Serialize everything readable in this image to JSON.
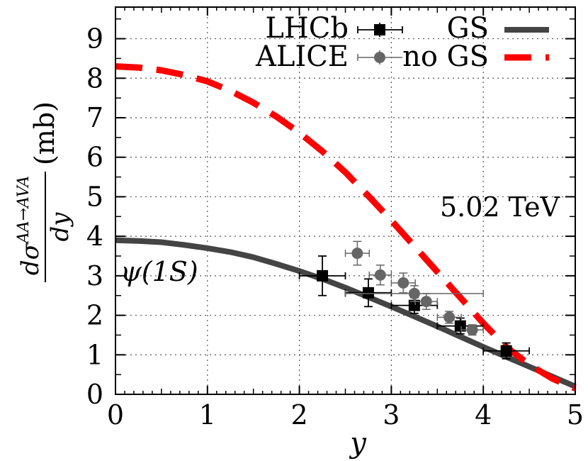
{
  "chart_data": {
    "type": "line",
    "x_label": "y",
    "y_label_math": "dσ^{AA→AVA}/dy",
    "y_label_parts": {
      "numerator_prefix": "dσ",
      "superscript": "AA→AVA",
      "denominator": "dy",
      "unit": "(mb)"
    },
    "xlim": [
      0,
      5
    ],
    "ylim": [
      0,
      9.8
    ],
    "x_ticks": [
      "0",
      "1",
      "2",
      "3",
      "4",
      "5"
    ],
    "y_ticks": [
      "0",
      "1",
      "2",
      "3",
      "4",
      "5",
      "6",
      "7",
      "8",
      "9"
    ],
    "grid": true,
    "legend_position": "top",
    "annotations": {
      "energy": "5.02 TeV",
      "state": "ψ(1S)"
    },
    "series": [
      {
        "name": "GS",
        "kind": "line",
        "style": "solid",
        "color": "#444444",
        "x": [
          0,
          0.25,
          0.5,
          0.75,
          1.0,
          1.25,
          1.5,
          1.75,
          2.0,
          2.25,
          2.5,
          2.75,
          3.0,
          3.25,
          3.5,
          3.75,
          4.0,
          4.25,
          4.5,
          4.75,
          5.0
        ],
        "y": [
          3.9,
          3.88,
          3.85,
          3.78,
          3.7,
          3.6,
          3.47,
          3.3,
          3.12,
          2.92,
          2.7,
          2.46,
          2.22,
          1.97,
          1.72,
          1.46,
          1.2,
          0.95,
          0.7,
          0.45,
          0.2
        ]
      },
      {
        "name": "no GS",
        "kind": "line",
        "style": "dashed",
        "color": "#ff0000",
        "x": [
          0,
          0.25,
          0.5,
          0.75,
          1.0,
          1.25,
          1.5,
          1.75,
          2.0,
          2.25,
          2.5,
          2.75,
          3.0,
          3.25,
          3.5,
          3.75,
          4.0,
          4.25,
          4.5,
          4.75,
          5.0
        ],
        "y": [
          8.3,
          8.27,
          8.2,
          8.08,
          7.92,
          7.68,
          7.38,
          7.03,
          6.62,
          6.15,
          5.62,
          5.02,
          4.4,
          3.75,
          3.1,
          2.45,
          1.8,
          1.2,
          0.75,
          0.4,
          0.15
        ]
      },
      {
        "name": "LHCb",
        "kind": "points",
        "marker": "square",
        "color": "#000000",
        "points": [
          {
            "x": 2.25,
            "y": 3.0,
            "xerr": 0.25,
            "yerr": 0.5
          },
          {
            "x": 2.75,
            "y": 2.57,
            "xerr": 0.25,
            "yerr": 0.35
          },
          {
            "x": 3.25,
            "y": 2.25,
            "xerr": 0.25,
            "yerr": 0.2
          },
          {
            "x": 3.75,
            "y": 1.73,
            "xerr": 0.25,
            "yerr": 0.2
          },
          {
            "x": 4.25,
            "y": 1.1,
            "xerr": 0.25,
            "yerr": 0.2
          }
        ]
      },
      {
        "name": "ALICE",
        "kind": "points",
        "marker": "circle",
        "color": "#666666",
        "points": [
          {
            "x": 2.63,
            "y": 3.57,
            "xerr": 0.13,
            "yerr": 0.3
          },
          {
            "x": 2.88,
            "y": 3.02,
            "xerr": 0.12,
            "yerr": 0.25
          },
          {
            "x": 3.13,
            "y": 2.82,
            "xerr": 0.13,
            "yerr": 0.25
          },
          {
            "x": 3.25,
            "y": 2.55,
            "xerr": 0.75,
            "yerr": 0.2
          },
          {
            "x": 3.38,
            "y": 2.35,
            "xerr": 0.12,
            "yerr": 0.2
          },
          {
            "x": 3.63,
            "y": 1.95,
            "xerr": 0.13,
            "yerr": 0.15
          },
          {
            "x": 3.88,
            "y": 1.63,
            "xerr": 0.12,
            "yerr": 0.13
          }
        ]
      }
    ]
  }
}
